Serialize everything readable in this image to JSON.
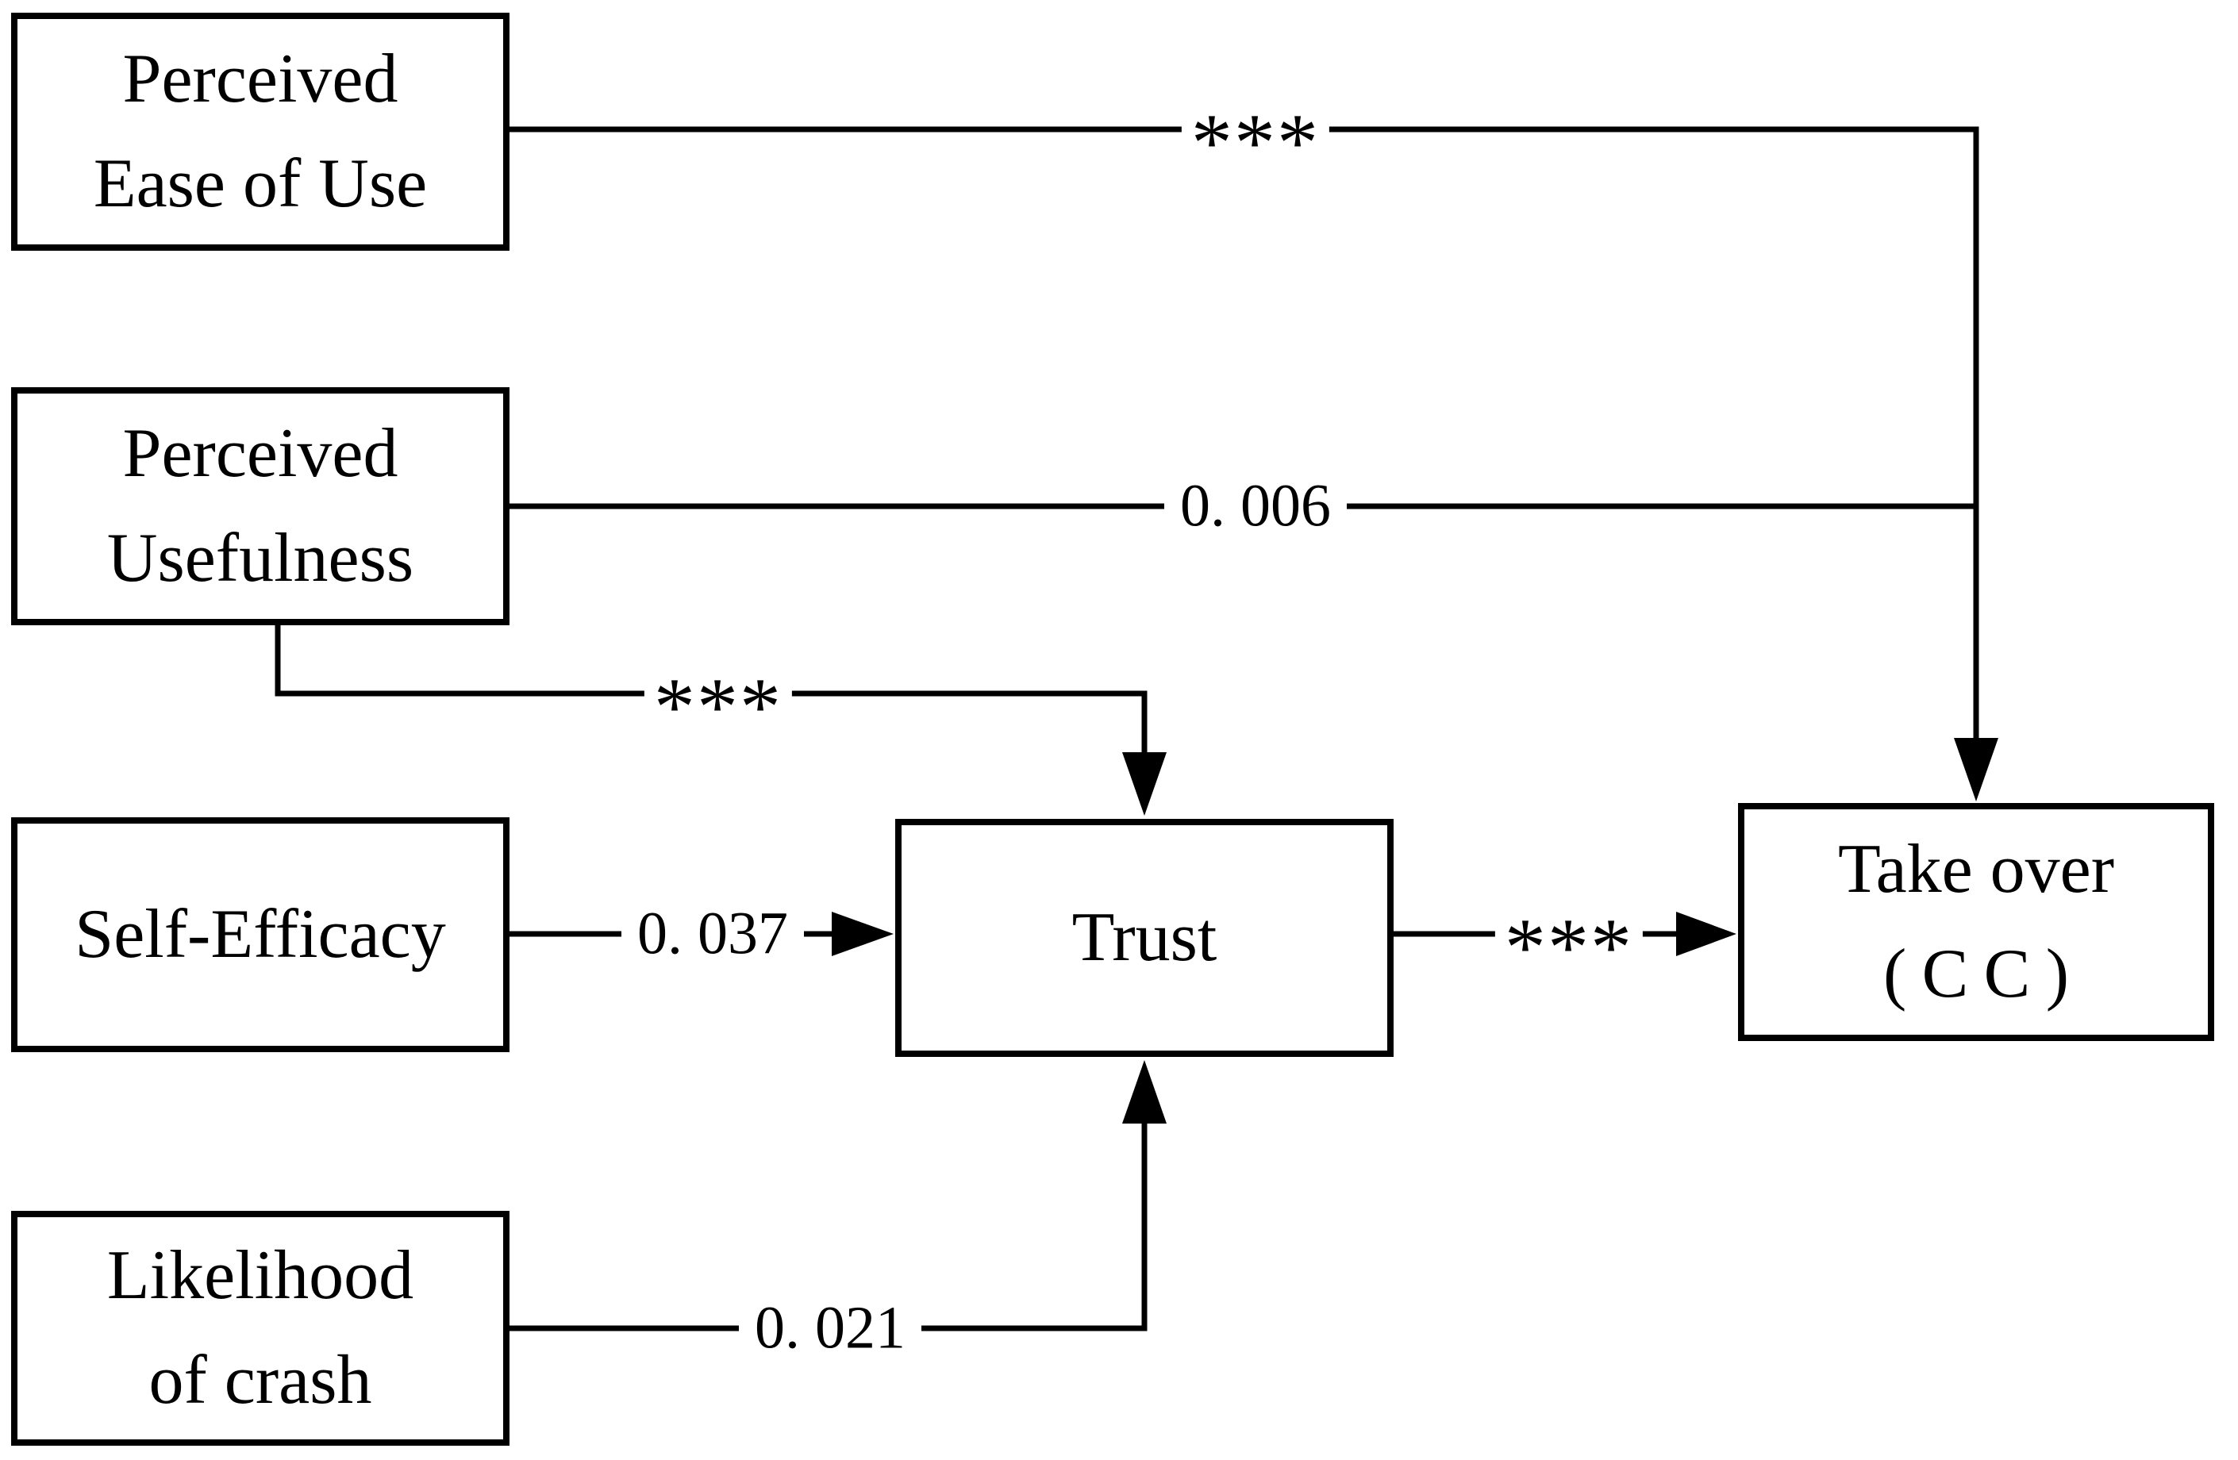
{
  "diagram": {
    "type": "path-model",
    "background_color": "#ffffff",
    "ink_color": "#000000",
    "nodes": [
      {
        "id": "perceived-ease-of-use",
        "lines": [
          "Perceived",
          "Ease of Use"
        ]
      },
      {
        "id": "perceived-usefulness",
        "lines": [
          "Perceived",
          "Usefulness"
        ]
      },
      {
        "id": "self-efficacy",
        "lines": [
          "Self-Efficacy"
        ]
      },
      {
        "id": "likelihood-of-crash",
        "lines": [
          "Likelihood",
          "of crash"
        ]
      },
      {
        "id": "trust",
        "lines": [
          "Trust"
        ]
      },
      {
        "id": "take-over-cc",
        "lines": [
          "Take over",
          "(CC)"
        ]
      }
    ],
    "edges": [
      {
        "from": "perceived-ease-of-use",
        "to": "take-over-cc",
        "label": "***"
      },
      {
        "from": "perceived-usefulness",
        "to": "take-over-cc",
        "label": "0. 006"
      },
      {
        "from": "perceived-usefulness",
        "to": "trust",
        "label": "***"
      },
      {
        "from": "self-efficacy",
        "to": "trust",
        "label": "0. 037"
      },
      {
        "from": "likelihood-of-crash",
        "to": "trust",
        "label": "0. 021"
      },
      {
        "from": "trust",
        "to": "take-over-cc",
        "label": "***"
      }
    ]
  }
}
